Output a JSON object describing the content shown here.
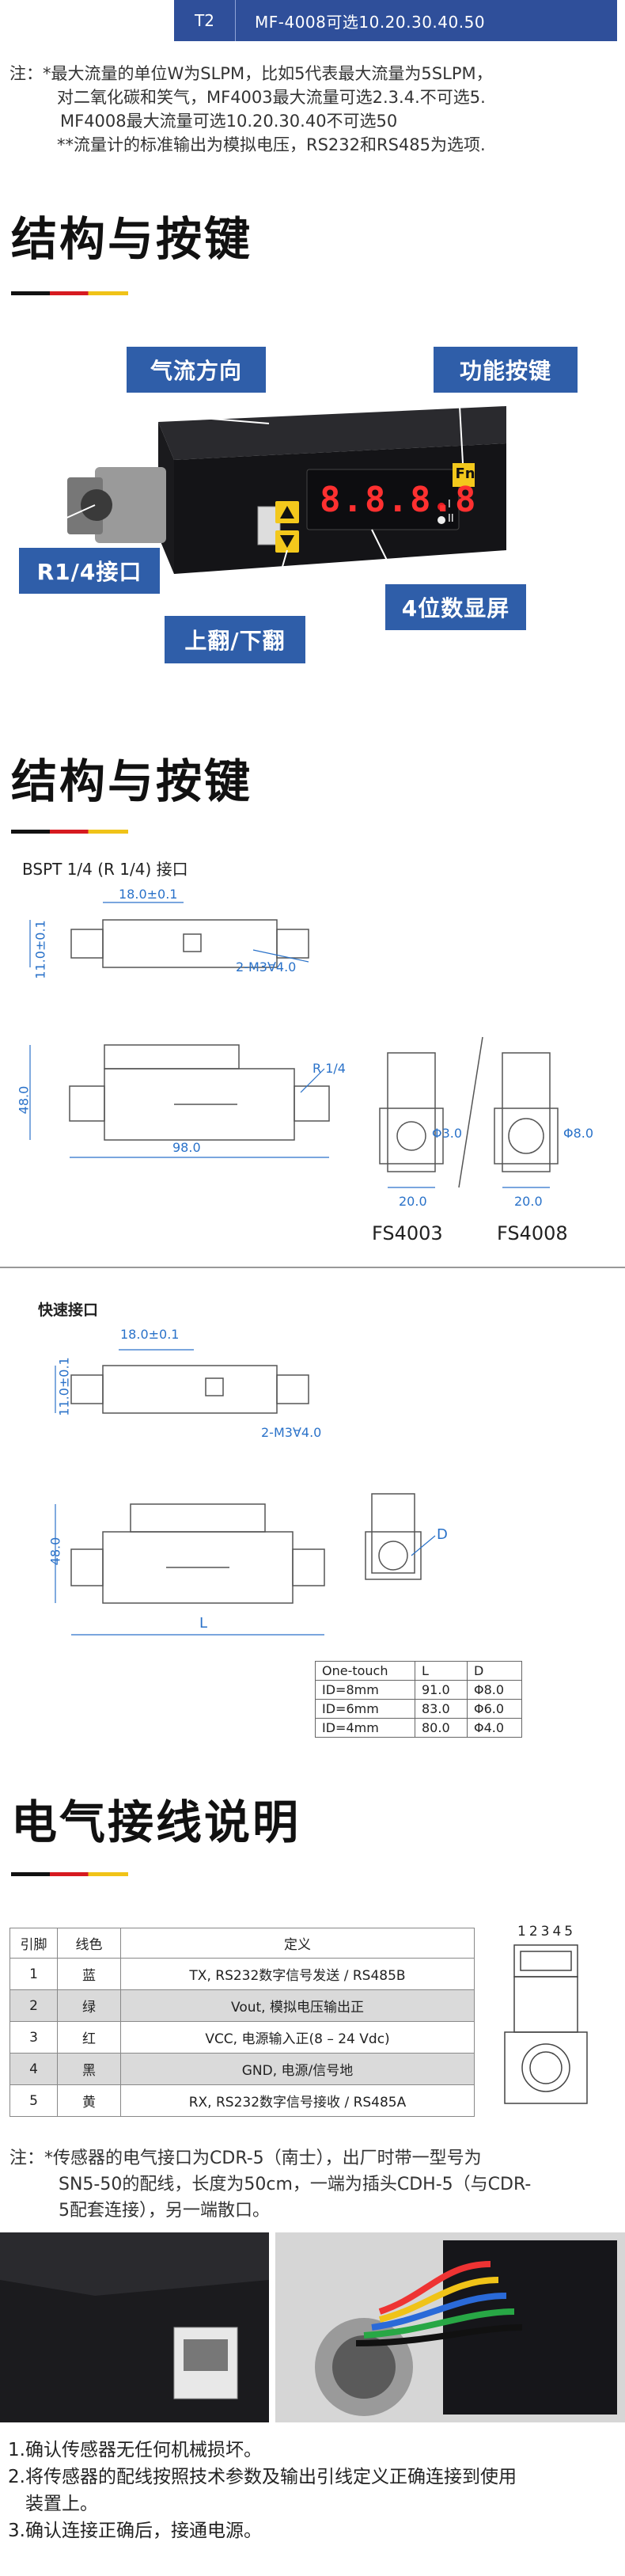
{
  "header_row": {
    "model": "T2",
    "text": "MF-4008可选10.20.30.40.50"
  },
  "note1": {
    "prefix": "注：",
    "line1": "*最大流量的单位W为SLPM，比如5代表最大流量为5SLPM，",
    "line2": "对二氧化碳和笑气，MF4003最大流量可选2.3.4.不可选5.",
    "line3": "MF4008最大流量可选10.20.30.40不可选50",
    "line4": "**流量计的标准输出为模拟电压，RS232和RS485为选项."
  },
  "section1": {
    "title": "结构与按键",
    "callouts": {
      "airflow": "气流方向",
      "function_key": "功能按键",
      "port": "R1/4接口",
      "display": "4位数显屏",
      "updown": "上翻/下翻"
    },
    "display_digits": "8.8.8.8",
    "fn_label": "Fn",
    "ind1": "I",
    "ind2": "II"
  },
  "section2": {
    "title": "结构与按键",
    "bspt_label": "BSPT 1/4 (R 1/4) 接口",
    "dim_top": "18.0±0.1",
    "dim_height": "11.0±0.1",
    "dim_screw": "2-M3∀4.0",
    "dim_r14": "R 1/4",
    "dim_48": "48.0",
    "dim_98": "98.0",
    "dim_d3": "Φ3.0",
    "dim_d8": "Φ8.0",
    "dim_w1": "20.0",
    "dim_w2": "20.0",
    "model_a": "FS4003",
    "model_b": "FS4008"
  },
  "section3": {
    "quick_label": "快速接口",
    "dim_top": "18.0±0.1",
    "dim_height": "11.0±0.1",
    "dim_screw": "2-M3∀4.0",
    "dim_48": "48.0",
    "dim_L": "L",
    "dim_D": "D",
    "table": {
      "headers": [
        "One-touch",
        "L",
        "D"
      ],
      "rows": [
        [
          "ID=8mm",
          "91.0",
          "Φ8.0"
        ],
        [
          "ID=6mm",
          "83.0",
          "Φ6.0"
        ],
        [
          "ID=4mm",
          "80.0",
          "Φ4.0"
        ]
      ]
    }
  },
  "section4": {
    "title": "电气接线说明",
    "table": {
      "headers": [
        "引脚",
        "线色",
        "定义"
      ],
      "rows": [
        [
          "1",
          "蓝",
          "TX, RS232数字信号发送 / RS485B"
        ],
        [
          "2",
          "绿",
          "Vout, 模拟电压输出正"
        ],
        [
          "3",
          "红",
          "VCC, 电源输入正(8 – 24 Vdc)"
        ],
        [
          "4",
          "黑",
          "GND, 电源/信号地"
        ],
        [
          "5",
          "黄",
          "RX, RS232数字信号接收 / RS485A"
        ]
      ]
    },
    "connector_pins": "12345"
  },
  "note2": {
    "prefix": "注：",
    "line1": "*传感器的电气接口为CDR-5（南士），出厂时带一型号为",
    "line2": "SN5-50的配线，长度为50cm，一端为插头CDH-5（与CDR-",
    "line3": "5配套连接），另一端散口。"
  },
  "steps": {
    "s1": "1.确认传感器无任何机械损坏。",
    "s2": "2.将传感器的配线按照技术参数及输出引线定义正确连接到使用",
    "s2b": "装置上。",
    "s3": "3.确认连接正确后，接通电源。"
  },
  "colors": {
    "accent": "#2f5ea9",
    "header": "#2f4f9a",
    "dim": "#2a72c9"
  }
}
